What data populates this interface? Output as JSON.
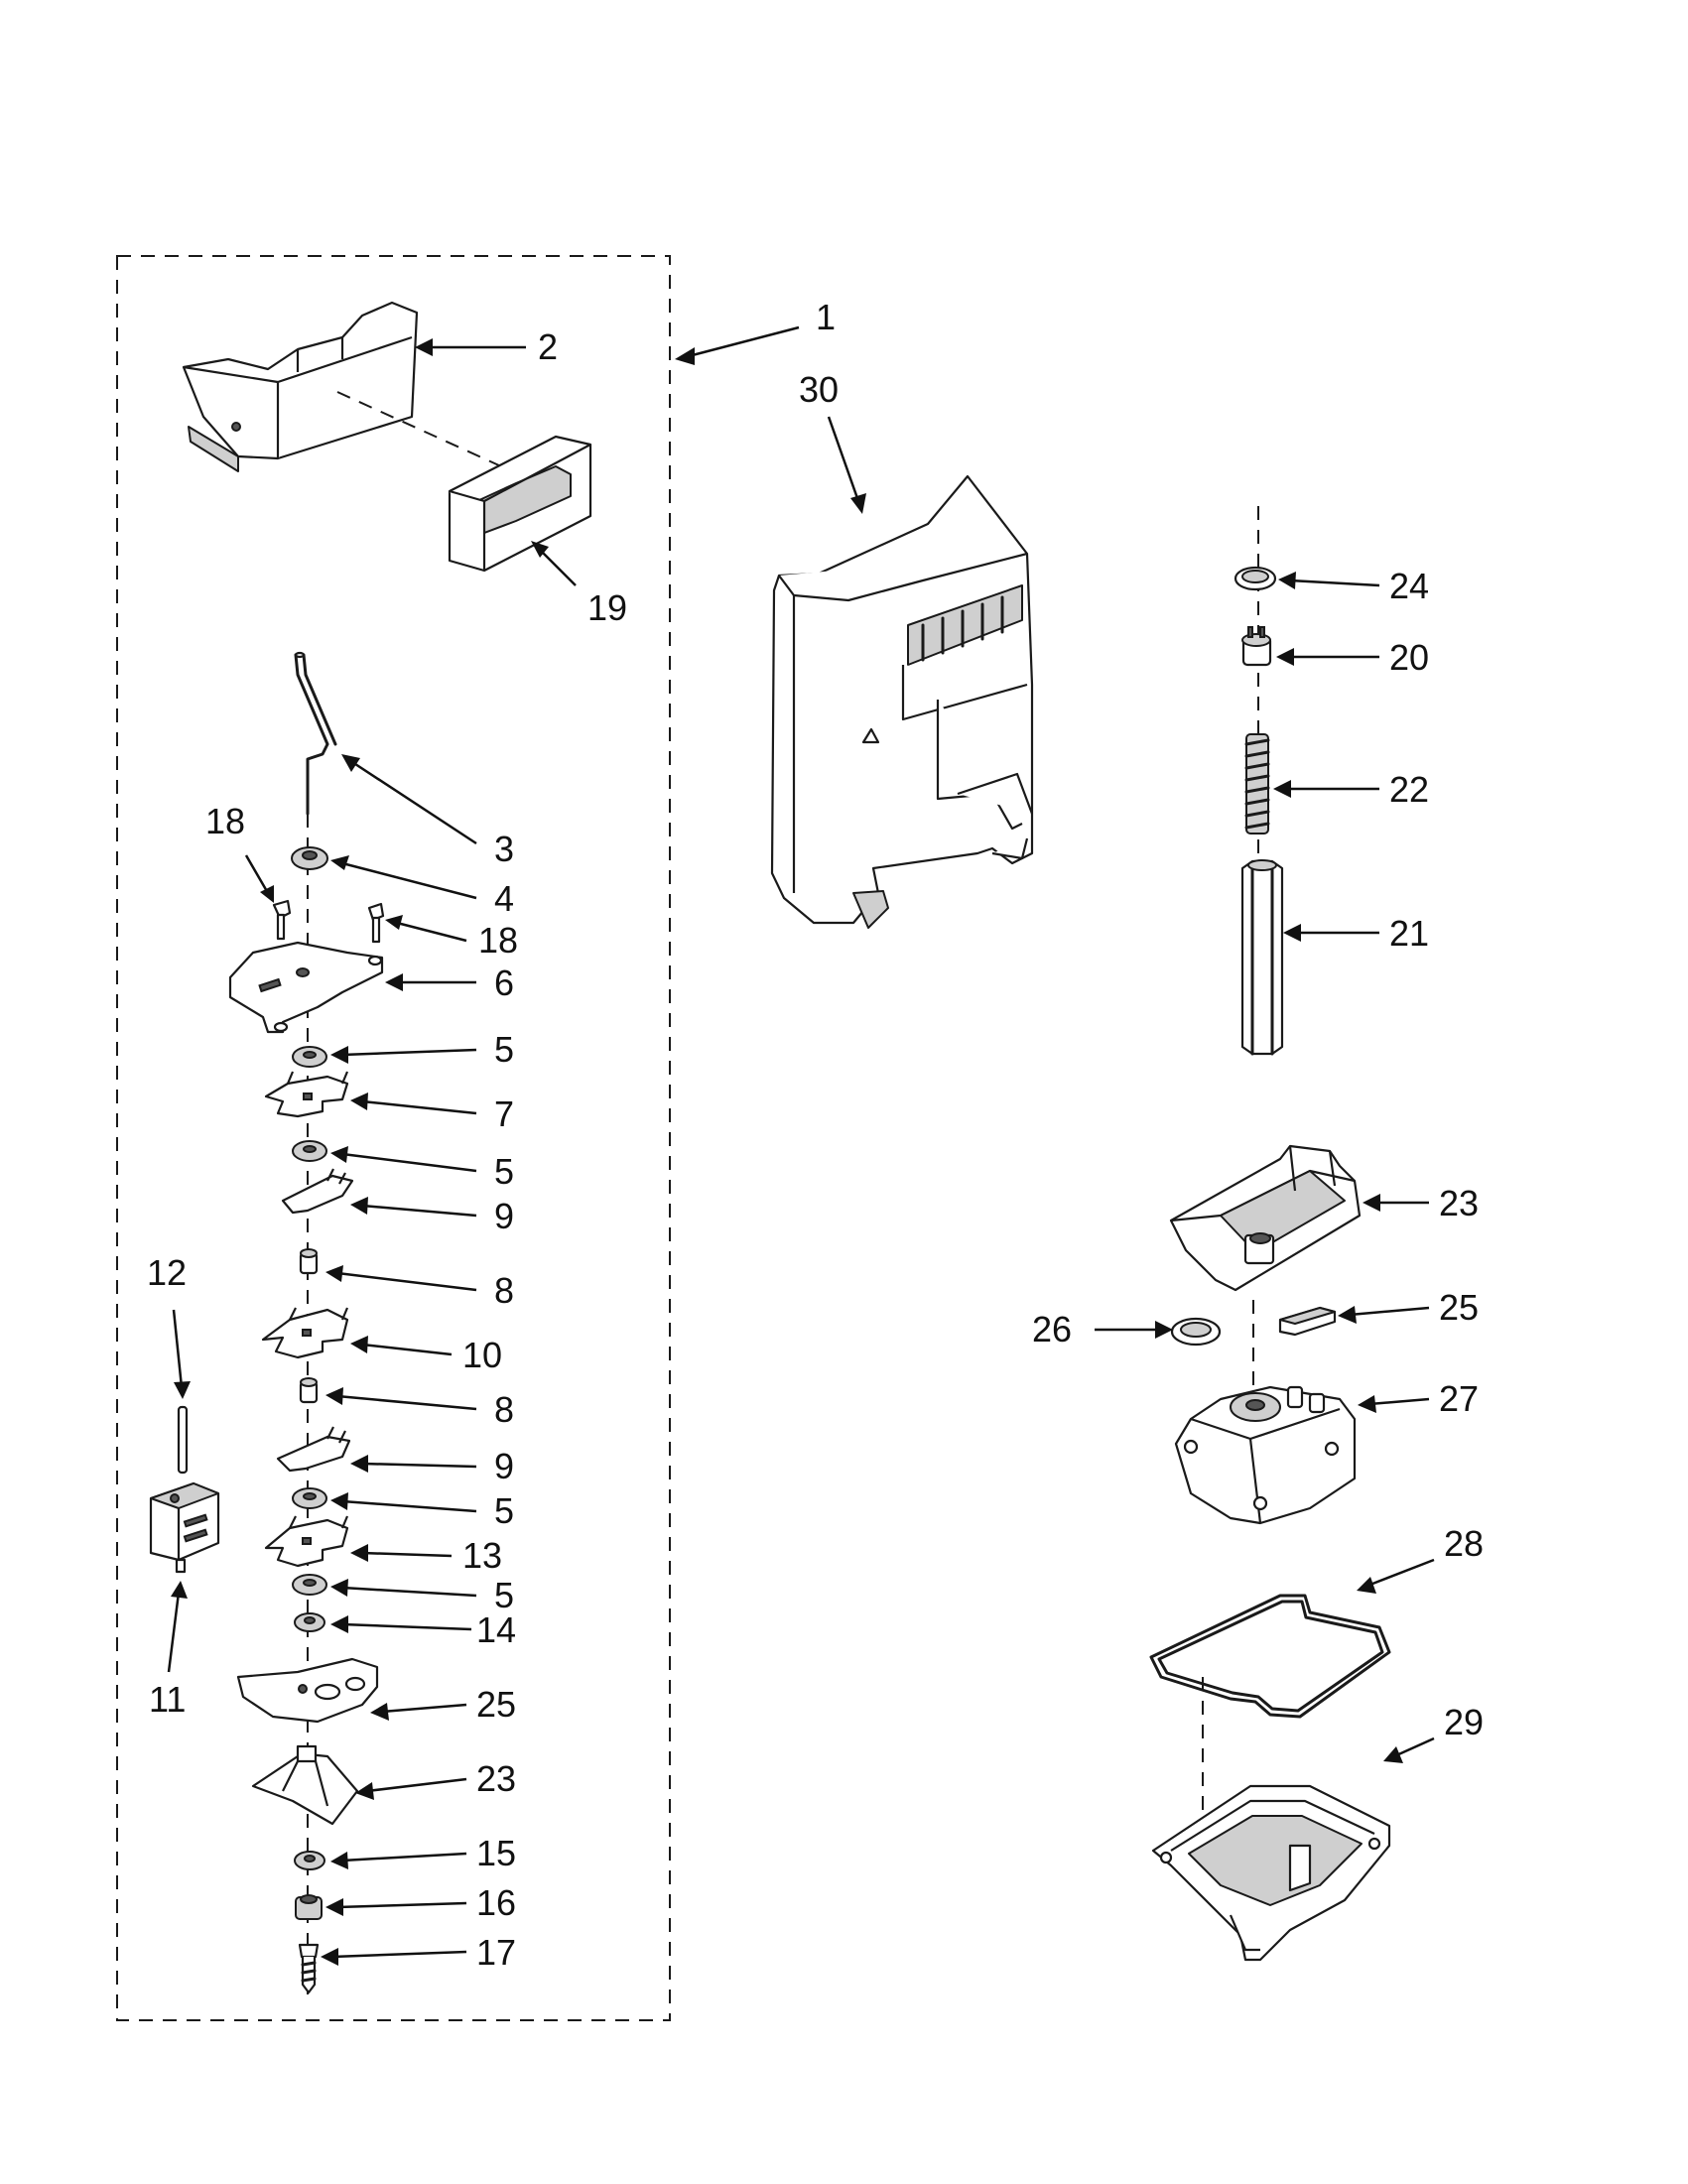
{
  "callouts": [
    {
      "id": "c1",
      "number": "1"
    },
    {
      "id": "c2",
      "number": "2"
    },
    {
      "id": "c30",
      "number": "30"
    },
    {
      "id": "c19",
      "number": "19"
    },
    {
      "id": "c3",
      "number": "3"
    },
    {
      "id": "c18a",
      "number": "18"
    },
    {
      "id": "c4",
      "number": "4"
    },
    {
      "id": "c18b",
      "number": "18"
    },
    {
      "id": "c6",
      "number": "6"
    },
    {
      "id": "c5a",
      "number": "5"
    },
    {
      "id": "c7",
      "number": "7"
    },
    {
      "id": "c5b",
      "number": "5"
    },
    {
      "id": "c9a",
      "number": "9"
    },
    {
      "id": "c12",
      "number": "12"
    },
    {
      "id": "c8a",
      "number": "8"
    },
    {
      "id": "c10",
      "number": "10"
    },
    {
      "id": "c8b",
      "number": "8"
    },
    {
      "id": "c9b",
      "number": "9"
    },
    {
      "id": "c5c",
      "number": "5"
    },
    {
      "id": "c13",
      "number": "13"
    },
    {
      "id": "c5d",
      "number": "5"
    },
    {
      "id": "c14",
      "number": "14"
    },
    {
      "id": "c11",
      "number": "11"
    },
    {
      "id": "c25a",
      "number": "25"
    },
    {
      "id": "c23a",
      "number": "23"
    },
    {
      "id": "c15",
      "number": "15"
    },
    {
      "id": "c16",
      "number": "16"
    },
    {
      "id": "c17",
      "number": "17"
    },
    {
      "id": "c24",
      "number": "24"
    },
    {
      "id": "c20",
      "number": "20"
    },
    {
      "id": "c22",
      "number": "22"
    },
    {
      "id": "c21",
      "number": "21"
    },
    {
      "id": "c23b",
      "number": "23"
    },
    {
      "id": "c26",
      "number": "26"
    },
    {
      "id": "c25b",
      "number": "25"
    },
    {
      "id": "c27",
      "number": "27"
    },
    {
      "id": "c28",
      "number": "28"
    },
    {
      "id": "c29",
      "number": "29"
    }
  ]
}
